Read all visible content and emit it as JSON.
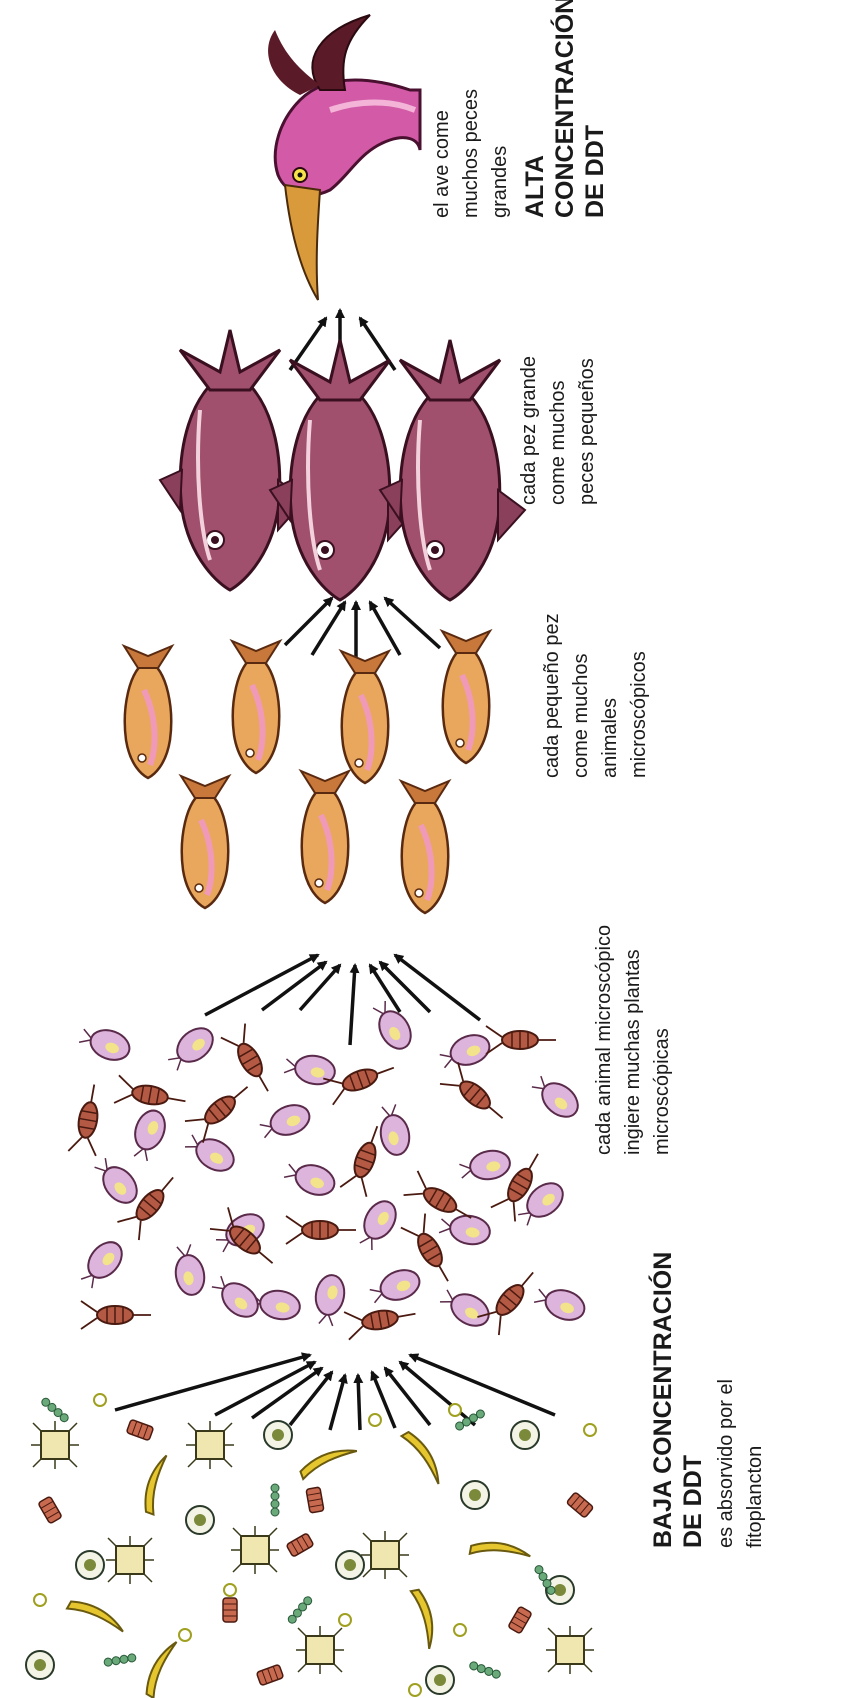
{
  "labels": {
    "bird": {
      "line1": "el ave come",
      "line2": "muchos peces",
      "line3": "grandes"
    },
    "high": {
      "line1": "ALTA",
      "line2": "CONCENTRACIÓN",
      "line3": "DE DDT"
    },
    "big_fish": {
      "line1": "cada pez grande",
      "line2": "come muchos",
      "line3": "peces pequeños"
    },
    "small_fish": {
      "line1": "cada pequeño pez",
      "line2": "come muchos",
      "line3": "animales",
      "line4": "microscópicos"
    },
    "zooplankton": {
      "line1": "cada animal microscópico",
      "line2": "ingiere muchas plantas",
      "line3": "microscópicas"
    },
    "low": {
      "line1": "BAJA CONCENTRACIÓN",
      "line2": "DE DDT"
    },
    "phyto": {
      "line1": "es absorvido por el",
      "line2": "fitoplancton"
    }
  },
  "colors": {
    "bird": "#d25aa6",
    "big_fish": "#a0506c",
    "small_fish": "#e8a75c",
    "zooplankton_pink": "#dcb4dc",
    "zooplankton_brown": "#b45a44",
    "phyto_green": "#6aaa7a",
    "phyto_yellow": "#e6c62e",
    "arrow": "#111111"
  }
}
